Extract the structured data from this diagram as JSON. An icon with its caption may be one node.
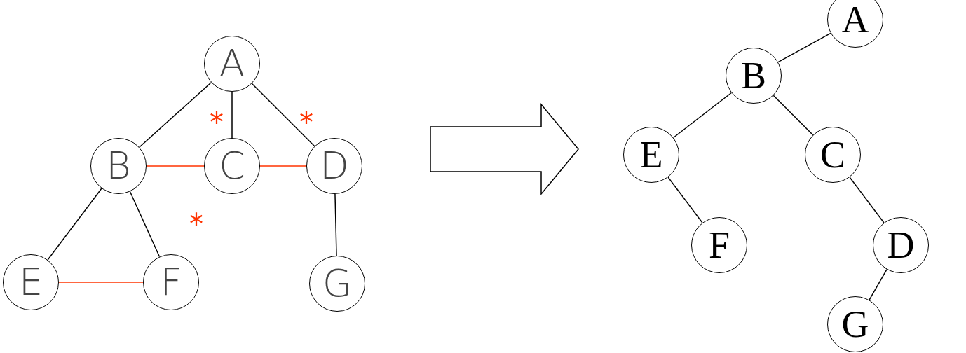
{
  "diagram": {
    "nodes": [
      {
        "text": [
          "A"
        ]
      },
      {
        "text": [
          "B"
        ]
      },
      {
        "text": [
          "C"
        ]
      },
      {
        "text": [
          "D"
        ]
      },
      {
        "text": [
          "E"
        ]
      },
      {
        "text": [
          "F"
        ]
      },
      {
        "text": [
          "G"
        ]
      },
      {
        "text": [
          "A"
        ]
      },
      {
        "text": [
          "B"
        ]
      },
      {
        "text": [
          "E"
        ]
      },
      {
        "text": [
          "C"
        ]
      },
      {
        "text": [
          "F"
        ]
      },
      {
        "text": [
          "D"
        ]
      },
      {
        "text": [
          "G"
        ]
      }
    ],
    "edges": [
      {
        "from": 0,
        "to": 1,
        "arrow": "none"
      },
      {
        "from": 0,
        "to": 2,
        "arrow": "none"
      },
      {
        "from": 0,
        "to": 3,
        "arrow": "none"
      },
      {
        "from": 1,
        "to": 2,
        "arrow": "none",
        "color": "#ff3300"
      },
      {
        "from": 2,
        "to": 3,
        "arrow": "none",
        "color": "#ff3300"
      },
      {
        "from": 1,
        "to": 4,
        "arrow": "none"
      },
      {
        "from": 1,
        "to": 5,
        "arrow": "none"
      },
      {
        "from": 4,
        "to": 5,
        "arrow": "none",
        "color": "#ff3300"
      },
      {
        "from": 3,
        "to": 6,
        "arrow": "none"
      },
      {
        "from": 7,
        "to": 8,
        "arrow": "none"
      },
      {
        "from": 8,
        "to": 9,
        "arrow": "none"
      },
      {
        "from": 8,
        "to": 10,
        "arrow": "none"
      },
      {
        "from": 9,
        "to": 11,
        "arrow": "none"
      },
      {
        "from": 10,
        "to": 12,
        "arrow": "none"
      },
      {
        "from": 12,
        "to": 13,
        "arrow": "none"
      }
    ],
    "labels": [
      "*",
      "*",
      "*"
    ]
  }
}
